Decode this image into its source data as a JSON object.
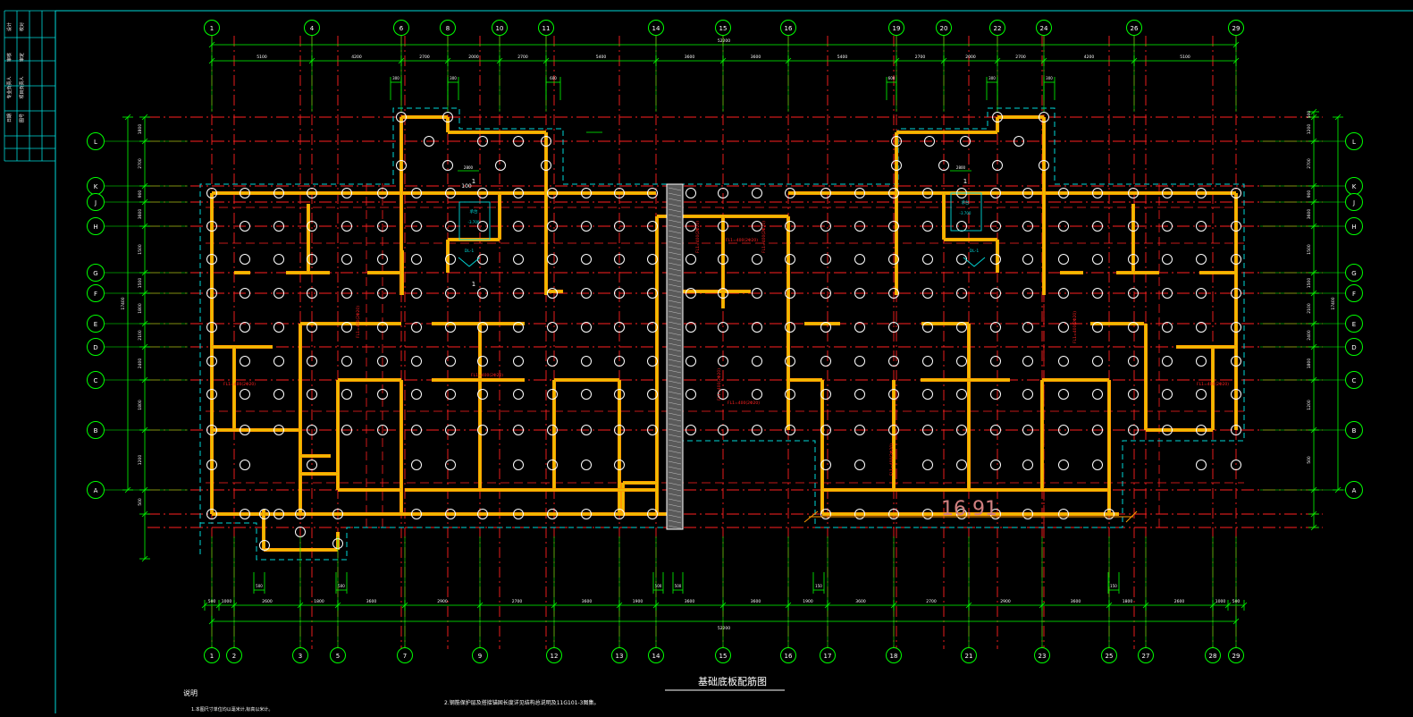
{
  "title_block": {
    "cells": [
      "设计",
      "校对",
      "审核",
      "审定",
      "专业负责人",
      "项目负责人",
      "日期",
      "图号"
    ]
  },
  "axes": {
    "top_labels": [
      "1",
      "4",
      "6",
      "8",
      "10",
      "11",
      "14",
      "15",
      "16",
      "19",
      "20",
      "22",
      "24",
      "26",
      "29"
    ],
    "bottom_labels": [
      "1",
      "2",
      "3",
      "5",
      "7",
      "9",
      "12",
      "13",
      "14",
      "15",
      "16",
      "17",
      "18",
      "21",
      "23",
      "25",
      "27",
      "28",
      "29"
    ],
    "left_labels": [
      "L",
      "K",
      "J",
      "H",
      "G",
      "F",
      "E",
      "D",
      "C",
      "B",
      "A"
    ],
    "right_labels": [
      "L",
      "K",
      "J",
      "H",
      "G",
      "F",
      "E",
      "D",
      "C",
      "B",
      "A"
    ]
  },
  "dimensions": {
    "top_overall": "52200",
    "top_segments": [
      "5100",
      "4200",
      "2700",
      "2000",
      "2700",
      "5400",
      "3600",
      "3600",
      "5400",
      "2700",
      "2000",
      "2700",
      "4200",
      "5100"
    ],
    "top_small": [
      "300",
      "300",
      "600",
      "600",
      "300",
      "300"
    ],
    "bottom_overall": "52200",
    "bottom_segments": [
      "500",
      "1000",
      "2600",
      "1800",
      "3600",
      "2900",
      "2700",
      "3600",
      "1900",
      "3600",
      "3600",
      "1900",
      "3600",
      "2700",
      "2900",
      "3600",
      "1800",
      "2600",
      "1000",
      "500"
    ],
    "bottom_small": [
      "500",
      "500",
      "150",
      "150",
      "500",
      "500"
    ],
    "left_overall": "17400",
    "left_segments": [
      "1800",
      "2700",
      "900",
      "3600",
      "1500",
      "1500",
      "1800",
      "2100",
      "2400",
      "1800",
      "1200",
      "500"
    ],
    "right_overall": "17400",
    "right_segments": [
      "500",
      "1200",
      "2700",
      "900",
      "3600",
      "1500",
      "1500",
      "2100",
      "2400",
      "1800",
      "1200",
      "500"
    ]
  },
  "annotations": {
    "section_mark": "1",
    "elevation": "-3.700",
    "cap_label": "承台",
    "beam_label": "DL-1",
    "red_note": "FL1=400(2Φ20)",
    "handwritten_number": "16.91",
    "dim_100": "100",
    "dim_2800": "2800"
  },
  "drawing_title": "基础底板配筋图",
  "notes_heading": "说明",
  "note_1": "1.本图尺寸单位均以毫米计,标高以米计。",
  "note_2": "2.钢筋保护层及搭接锚固长度详见结构总说明及11G101-3图集。"
}
